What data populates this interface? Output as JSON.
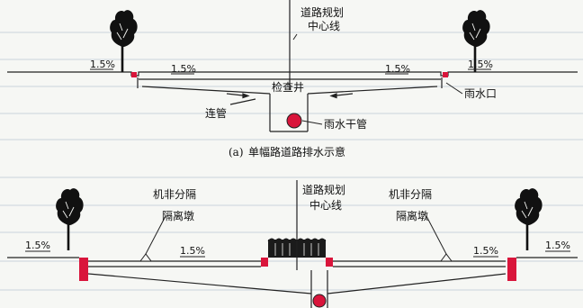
{
  "diagram_a": {
    "centerline_label_1": "道路规划",
    "centerline_label_2": "中心线",
    "inspection_well": "检查井",
    "connecting_pipe": "连管",
    "rain_main_pipe": "雨水干管",
    "rain_inlet": "雨水口",
    "slopes": [
      "1.5%",
      "1.5%",
      "1.5%",
      "1.5%"
    ],
    "caption_prefix": "(a)",
    "caption": "单幅路道路排水示意"
  },
  "diagram_b": {
    "centerline_label_1": "道路规划",
    "centerline_label_2": "中心线",
    "separator_left_1": "机非分隔",
    "separator_left_2": "隔离墩",
    "separator_right_1": "机非分隔",
    "separator_right_2": "隔离墩",
    "slopes": [
      "1.5%",
      "1.5%",
      "1.5%",
      "1.5%"
    ]
  },
  "colors": {
    "line": "#222222",
    "accent_red": "#d9153b",
    "background": "#f6f7f4",
    "guide": "#b9c9d9"
  },
  "icons": [
    "tree-icon",
    "hedge-icon",
    "manhole-icon",
    "pipe-icon"
  ]
}
